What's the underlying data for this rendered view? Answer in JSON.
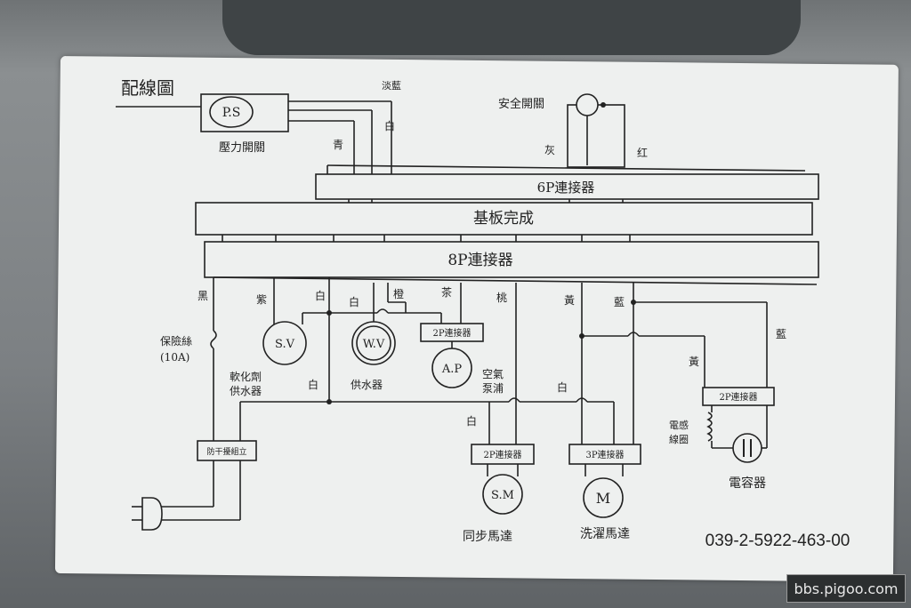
{
  "title": "配線圖",
  "pressure_switch": {
    "symbol": "P.S",
    "label": "壓力開關"
  },
  "safety_switch": {
    "label": "安全開關"
  },
  "connector_6p": "6P連接器",
  "board": "基板完成",
  "connector_8p": "8P連接器",
  "wire_colors": {
    "light_blue": "淡藍",
    "white": "白",
    "blue_green": "青",
    "gray": "灰",
    "red": "红",
    "black": "黑",
    "purple": "紫",
    "white2": "白",
    "white3": "白",
    "orange": "橙",
    "brown": "茶",
    "peach": "桃",
    "yellow": "黃",
    "blue": "藍",
    "blue2": "藍",
    "yellow2": "黃",
    "white4": "白",
    "white5": "白",
    "white6": "白"
  },
  "fuse": {
    "label": "保險絲",
    "rating": "(10A)"
  },
  "softener": {
    "symbol": "S.V",
    "label_1": "軟化劑",
    "label_2": "供水器"
  },
  "water_valve": {
    "symbol": "W.V",
    "label": "供水器"
  },
  "air_pump": {
    "symbol": "A.P",
    "connector": "2P連接器",
    "label_1": "空氣",
    "label_2": "泵浦"
  },
  "noise_filter": "防干擾組立",
  "sync_motor": {
    "symbol": "S.M",
    "connector": "2P連接器",
    "label": "同步馬達"
  },
  "wash_motor": {
    "symbol": "M",
    "connector": "3P連接器",
    "label": "洗濯馬達"
  },
  "capacitor_connector": "2P連接器",
  "coil": {
    "label_1": "電感",
    "label_2": "線圈"
  },
  "capacitor": {
    "label": "電容器"
  },
  "part_number": "039-2-5922-463-00",
  "watermark": "bbs.pigoo.com"
}
